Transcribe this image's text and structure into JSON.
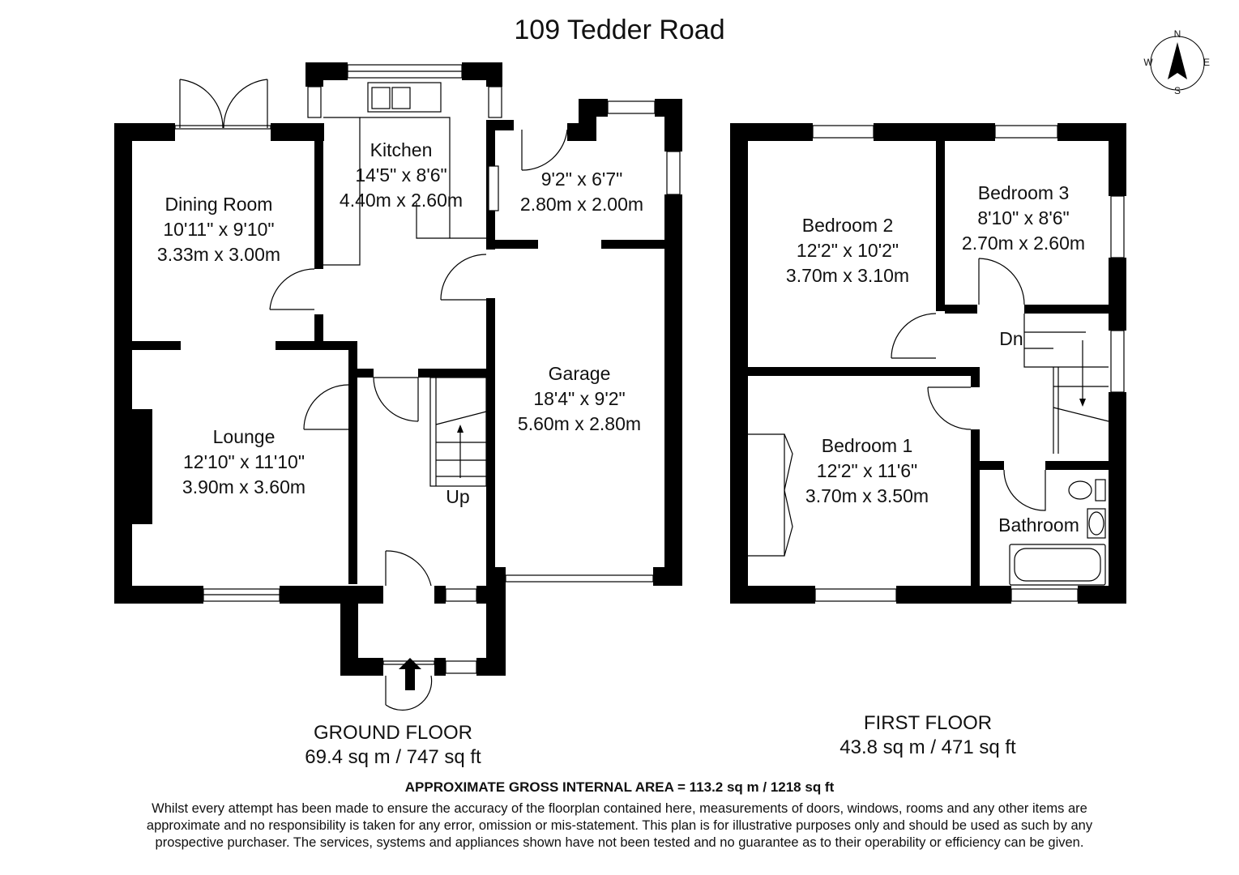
{
  "title": "109 Tedder Road",
  "compass": {
    "n": "N",
    "e": "E",
    "s": "S",
    "w": "W"
  },
  "ground_floor": {
    "label": "GROUND FLOOR",
    "area": "69.4 sq m / 747 sq ft",
    "rooms": {
      "dining": {
        "name": "Dining Room",
        "imperial": "10'11\" x 9'10\"",
        "metric": "3.33m x 3.00m"
      },
      "kitchen": {
        "name": "Kitchen",
        "imperial": "14'5\" x 8'6\"",
        "metric": "4.40m x 2.60m"
      },
      "utility": {
        "imperial": "9'2\" x 6'7\"",
        "metric": "2.80m x 2.00m"
      },
      "garage": {
        "name": "Garage",
        "imperial": "18'4\" x 9'2\"",
        "metric": "5.60m x 2.80m"
      },
      "lounge": {
        "name": "Lounge",
        "imperial": "12'10\" x 11'10\"",
        "metric": "3.90m x 3.60m"
      }
    },
    "stairs_label": "Up"
  },
  "first_floor": {
    "label": "FIRST FLOOR",
    "area": "43.8 sq m / 471 sq ft",
    "rooms": {
      "bedroom2": {
        "name": "Bedroom 2",
        "imperial": "12'2\" x 10'2\"",
        "metric": "3.70m x 3.10m"
      },
      "bedroom3": {
        "name": "Bedroom 3",
        "imperial": "8'10\" x 8'6\"",
        "metric": "2.70m x 2.60m"
      },
      "bedroom1": {
        "name": "Bedroom 1",
        "imperial": "12'2\" x 11'6\"",
        "metric": "3.70m x 3.50m"
      },
      "bathroom": {
        "name": "Bathroom"
      }
    },
    "stairs_label": "Dn"
  },
  "gross_area": "APPROXIMATE GROSS INTERNAL AREA = 113.2 sq m / 1218 sq ft",
  "disclaimer": [
    "Whilst every attempt has been made to ensure the accuracy of the floorplan contained here, measurements of doors, windows, rooms and any other items are",
    "approximate and no responsibility is taken for any error, omission or mis-statement. This plan is for illustrative purposes only and should be used as such by any",
    "prospective purchaser. The services, systems and appliances shown have not been tested and no guarantee as to their operability or efficiency can be given."
  ]
}
